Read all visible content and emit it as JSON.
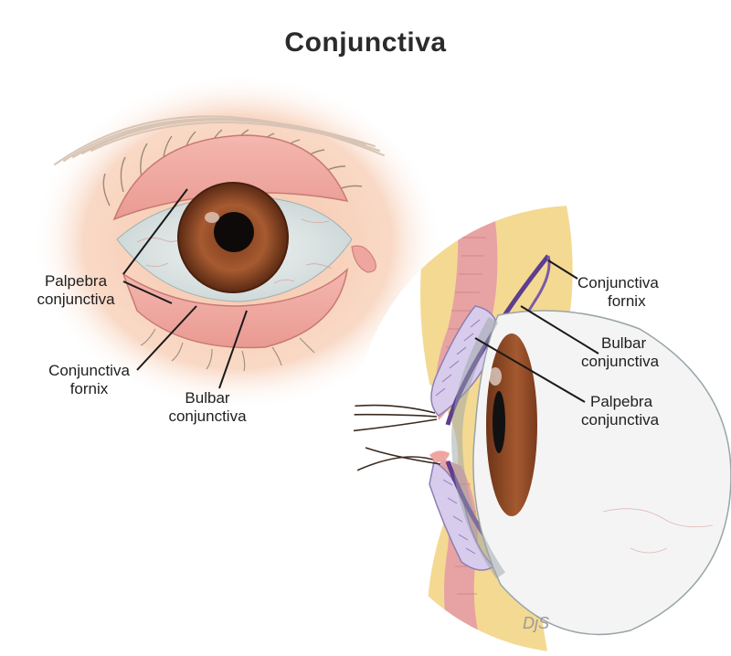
{
  "title": "Conjunctiva",
  "front_view": {
    "palpebra_l1": "Palpebra",
    "palpebra_l2": "conjunctiva",
    "fornix_l1": "Conjunctiva",
    "fornix_l2": "fornix",
    "bulbar_l1": "Bulbar",
    "bulbar_l2": "conjunctiva"
  },
  "side_view": {
    "fornix_l1": "Conjunctiva",
    "fornix_l2": "fornix",
    "bulbar_l1": "Bulbar",
    "bulbar_l2": "conjunctiva",
    "palpebra_l1": "Palpebra",
    "palpebra_l2": "conjunctiva"
  },
  "signature": "DjS"
}
